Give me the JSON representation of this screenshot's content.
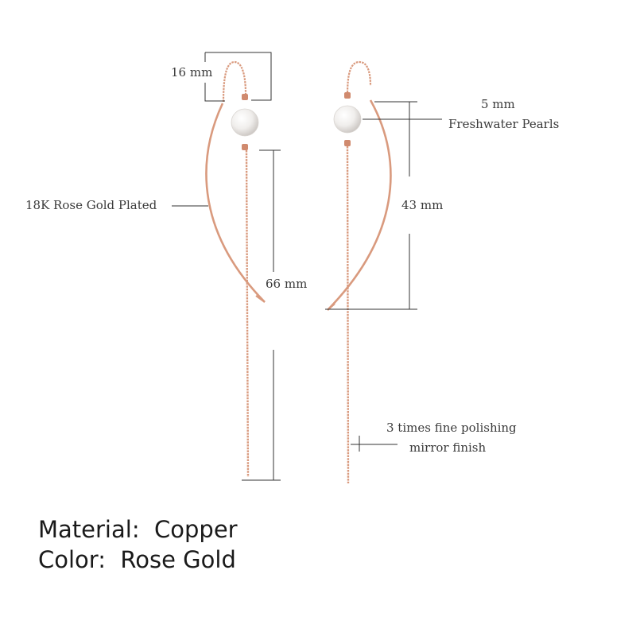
{
  "colors": {
    "metal": "#d99a7e",
    "metal_dark": "#c98468",
    "pearl": "#f2f0ee",
    "dim_line": "#333333",
    "text": "#3a3a3a"
  },
  "labels": {
    "width_top": "16 mm",
    "plating": "18K Rose Gold Plated",
    "pearl_size": "5 mm",
    "pearl_type": "Freshwater Pearls",
    "arc_length": "43 mm",
    "chain_length": "66 mm",
    "polish_line1": "3 times fine polishing",
    "polish_line2": "mirror finish"
  },
  "specs": {
    "material_label": "Material:",
    "material_value": "Copper",
    "color_label": "Color:",
    "color_value": "Rose Gold"
  }
}
